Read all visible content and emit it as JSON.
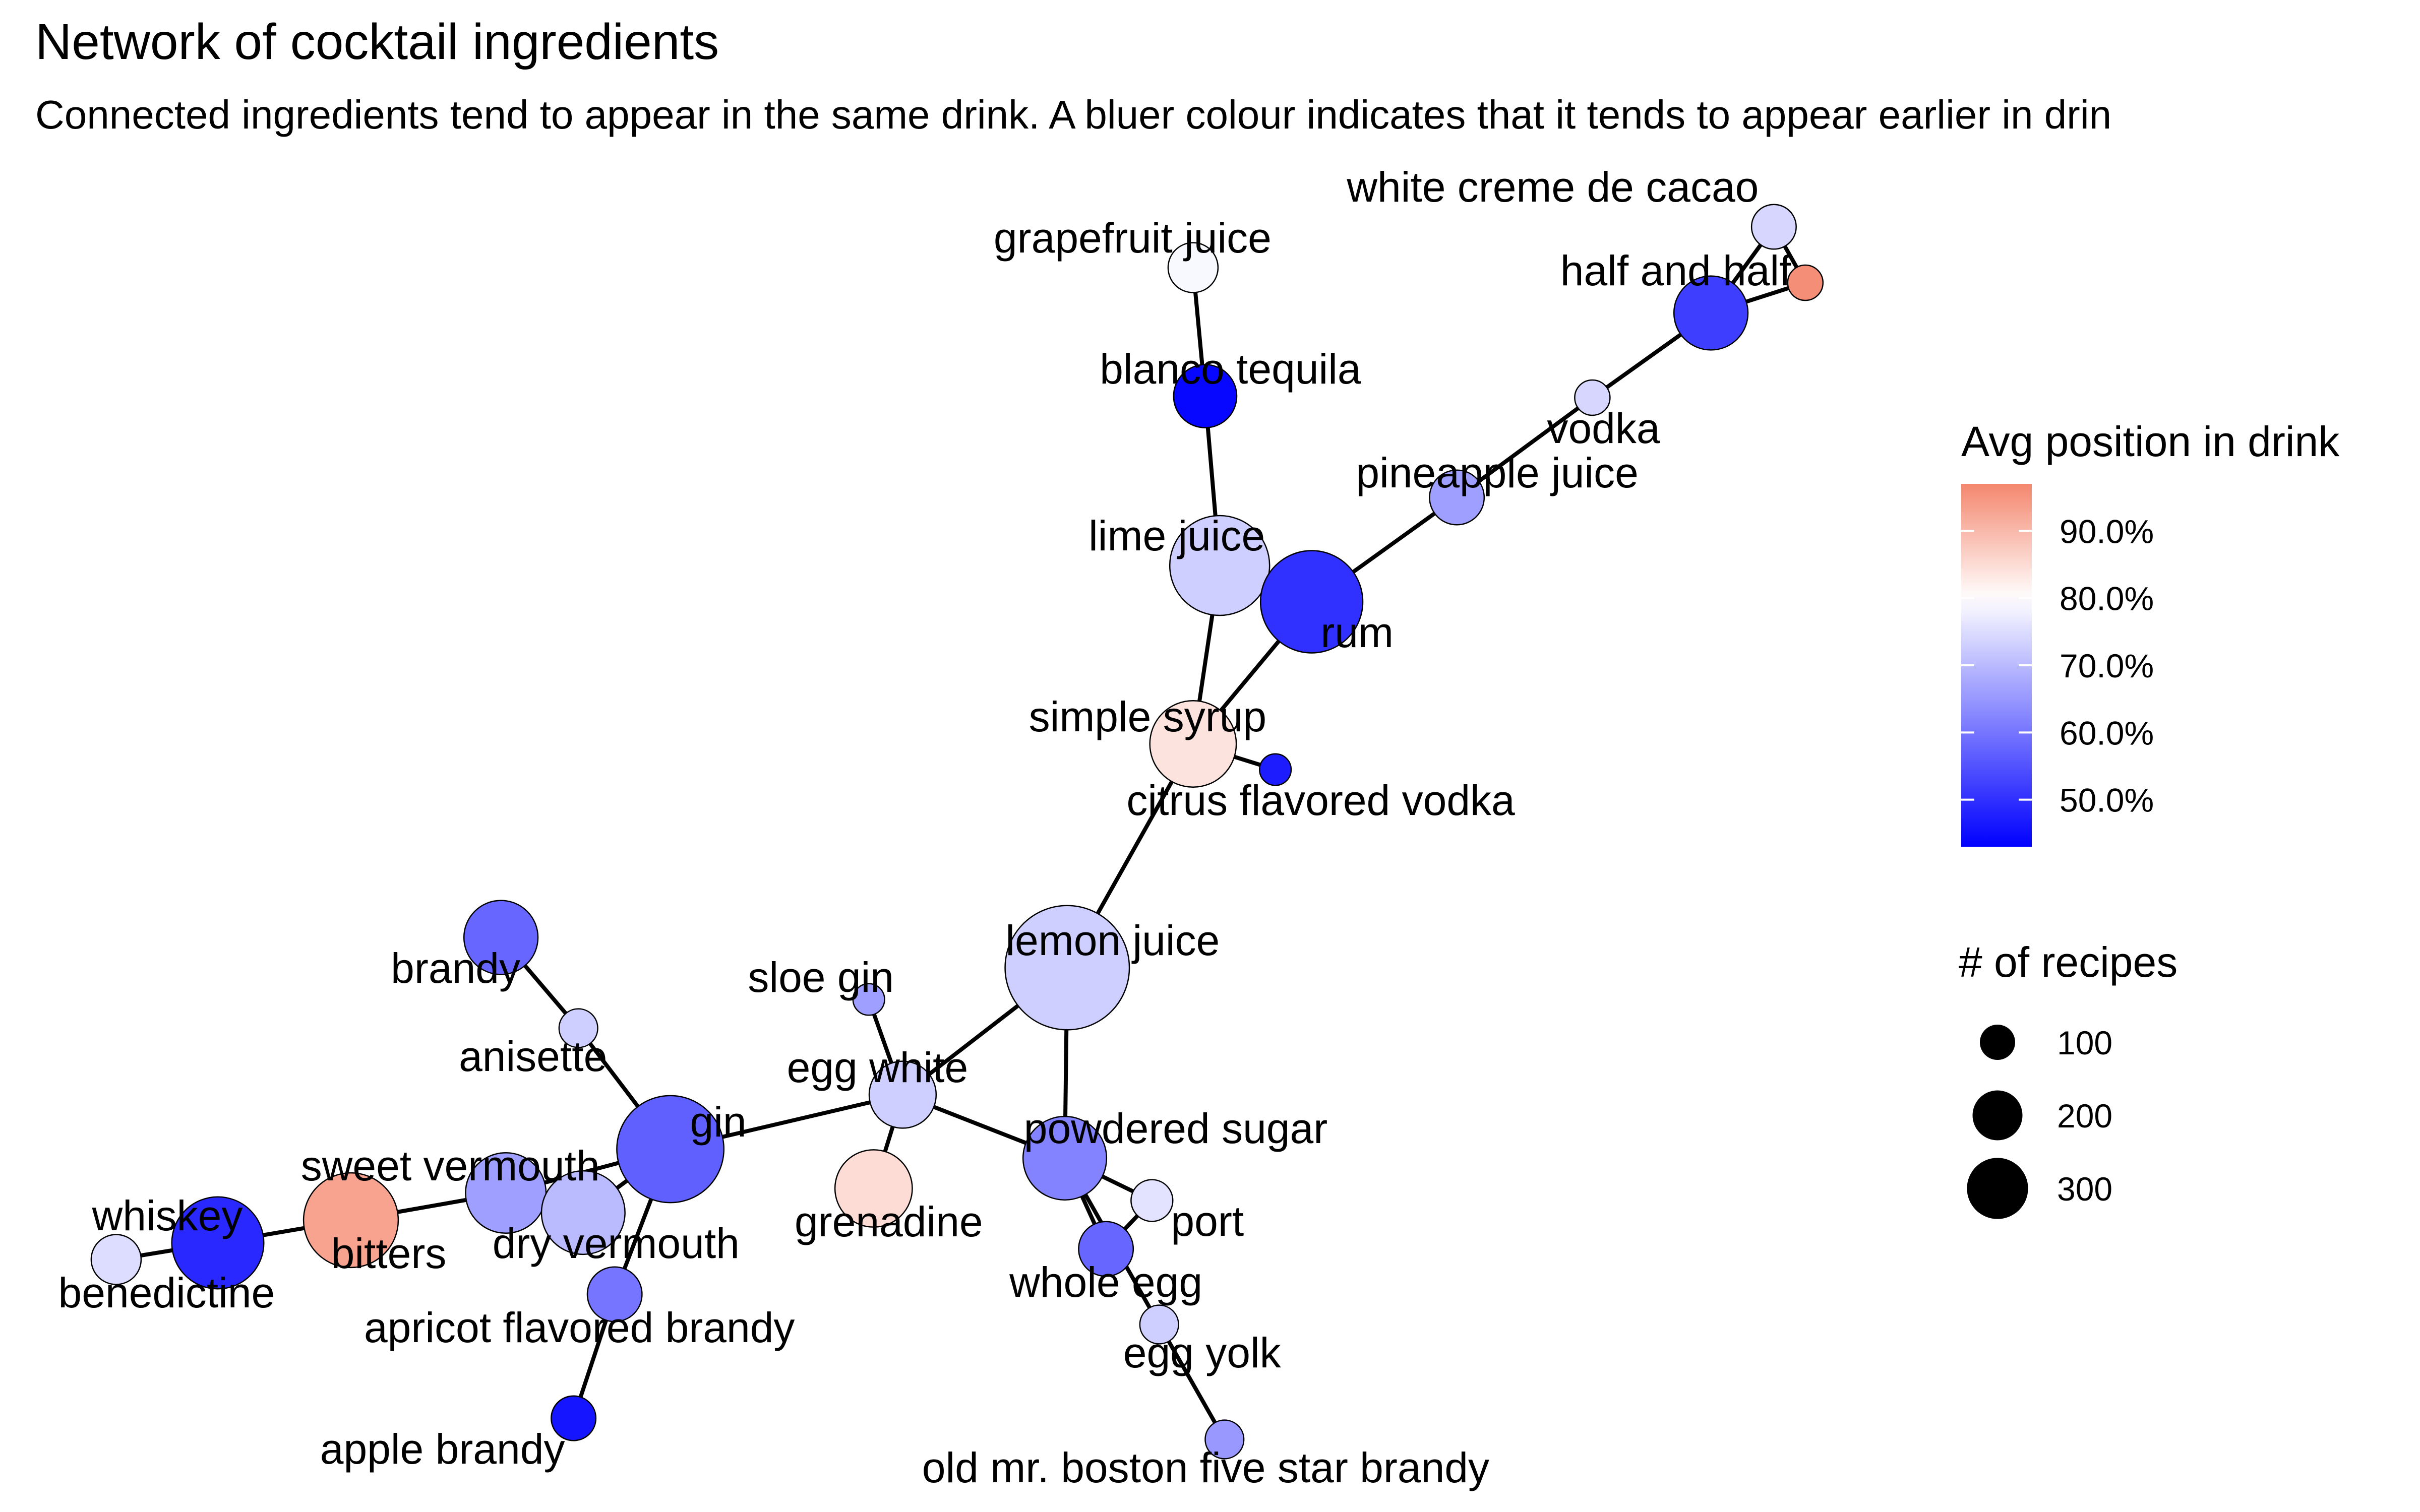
{
  "chart_data": {
    "type": "network",
    "title": "Network of cocktail ingredients",
    "subtitle": "Connected ingredients tend to appear in the same drink. A bluer colour indicates that it tends to appear earlier in drin",
    "color_legend": {
      "title": "Avg position in drink",
      "ticks": [
        "90.0%",
        "80.0%",
        "70.0%",
        "60.0%",
        "50.0%"
      ],
      "tick_values": [
        0.9,
        0.8,
        0.7,
        0.6,
        0.5
      ],
      "range": [
        0.43,
        0.97
      ],
      "low_color": "#0000ff",
      "mid_color": "#ffffff",
      "mid_value": 0.8,
      "high_color": "#f4876e"
    },
    "size_legend": {
      "title": "# of recipes",
      "labels": [
        "100",
        "200",
        "300"
      ],
      "values": [
        100,
        200,
        300
      ]
    },
    "nodes": [
      {
        "name": "white creme de cacao",
        "recipes": 40,
        "avg_position": 0.74,
        "map_x": 0.733,
        "map_y": 0.15
      },
      {
        "name": "half and half",
        "recipes": 110,
        "avg_position": 0.52,
        "map_x": 0.707,
        "map_y": 0.207
      },
      {
        "name": "",
        "recipes": 25,
        "avg_position": 0.96,
        "map_x": 0.746,
        "map_y": 0.187
      },
      {
        "name": "vodka",
        "recipes": 25,
        "avg_position": 0.74,
        "map_x": 0.658,
        "map_y": 0.263
      },
      {
        "name": "grapefruit juice",
        "recipes": 50,
        "avg_position": 0.79,
        "map_x": 0.493,
        "map_y": 0.177
      },
      {
        "name": "blanco tequila",
        "recipes": 80,
        "avg_position": 0.44,
        "map_x": 0.498,
        "map_y": 0.262
      },
      {
        "name": "pineapple juice",
        "recipes": 60,
        "avg_position": 0.66,
        "map_x": 0.602,
        "map_y": 0.329
      },
      {
        "name": "lime juice",
        "recipes": 200,
        "avg_position": 0.73,
        "map_x": 0.504,
        "map_y": 0.374
      },
      {
        "name": "rum",
        "recipes": 210,
        "avg_position": 0.5,
        "map_x": 0.542,
        "map_y": 0.398
      },
      {
        "name": "simple syrup",
        "recipes": 150,
        "avg_position": 0.84,
        "map_x": 0.493,
        "map_y": 0.492
      },
      {
        "name": "citrus flavored vodka",
        "recipes": 20,
        "avg_position": 0.47,
        "map_x": 0.527,
        "map_y": 0.509
      },
      {
        "name": "lemon juice",
        "recipes": 310,
        "avg_position": 0.73,
        "map_x": 0.441,
        "map_y": 0.64
      },
      {
        "name": "brandy",
        "recipes": 110,
        "avg_position": 0.58,
        "map_x": 0.207,
        "map_y": 0.62
      },
      {
        "name": "anisette",
        "recipes": 30,
        "avg_position": 0.73,
        "map_x": 0.239,
        "map_y": 0.68
      },
      {
        "name": "sloe gin",
        "recipes": 20,
        "avg_position": 0.66,
        "map_x": 0.359,
        "map_y": 0.661
      },
      {
        "name": "egg white",
        "recipes": 90,
        "avg_position": 0.73,
        "map_x": 0.373,
        "map_y": 0.724
      },
      {
        "name": "gin",
        "recipes": 230,
        "avg_position": 0.57,
        "map_x": 0.277,
        "map_y": 0.76
      },
      {
        "name": "sweet vermouth",
        "recipes": 130,
        "avg_position": 0.66,
        "map_x": 0.209,
        "map_y": 0.789
      },
      {
        "name": "dry vermouth",
        "recipes": 140,
        "avg_position": 0.7,
        "map_x": 0.241,
        "map_y": 0.802
      },
      {
        "name": "bitters",
        "recipes": 180,
        "avg_position": 0.93,
        "map_x": 0.145,
        "map_y": 0.807
      },
      {
        "name": "whiskey",
        "recipes": 170,
        "avg_position": 0.49,
        "map_x": 0.09,
        "map_y": 0.822
      },
      {
        "name": "benedictine",
        "recipes": 50,
        "avg_position": 0.75,
        "map_x": 0.048,
        "map_y": 0.833
      },
      {
        "name": "grenadine",
        "recipes": 120,
        "avg_position": 0.85,
        "map_x": 0.361,
        "map_y": 0.786
      },
      {
        "name": "powdered sugar",
        "recipes": 140,
        "avg_position": 0.62,
        "map_x": 0.44,
        "map_y": 0.766
      },
      {
        "name": "port",
        "recipes": 35,
        "avg_position": 0.76,
        "map_x": 0.476,
        "map_y": 0.794
      },
      {
        "name": "whole egg",
        "recipes": 60,
        "avg_position": 0.58,
        "map_x": 0.457,
        "map_y": 0.826
      },
      {
        "name": "egg yolk",
        "recipes": 30,
        "avg_position": 0.73,
        "map_x": 0.479,
        "map_y": 0.876
      },
      {
        "name": "apricot flavored brandy",
        "recipes": 60,
        "avg_position": 0.6,
        "map_x": 0.254,
        "map_y": 0.856
      },
      {
        "name": "apple brandy",
        "recipes": 40,
        "avg_position": 0.46,
        "map_x": 0.237,
        "map_y": 0.938
      },
      {
        "name": "old mr. boston five star brandy",
        "recipes": 30,
        "avg_position": 0.65,
        "map_x": 0.506,
        "map_y": 0.952
      }
    ],
    "edges": [
      [
        "white creme de cacao",
        "half and half"
      ],
      [
        "white creme de cacao",
        ""
      ],
      [
        "half and half",
        ""
      ],
      [
        "half and half",
        "vodka"
      ],
      [
        "vodka",
        "pineapple juice"
      ],
      [
        "pineapple juice",
        "rum"
      ],
      [
        "grapefruit juice",
        "blanco tequila"
      ],
      [
        "blanco tequila",
        "lime juice"
      ],
      [
        "lime juice",
        "rum"
      ],
      [
        "lime juice",
        "simple syrup"
      ],
      [
        "rum",
        "simple syrup"
      ],
      [
        "simple syrup",
        "citrus flavored vodka"
      ],
      [
        "simple syrup",
        "lemon juice"
      ],
      [
        "lemon juice",
        "egg white"
      ],
      [
        "lemon juice",
        "powdered sugar"
      ],
      [
        "egg white",
        "gin"
      ],
      [
        "egg white",
        "sloe gin"
      ],
      [
        "egg white",
        "grenadine"
      ],
      [
        "egg white",
        "powdered sugar"
      ],
      [
        "powdered sugar",
        "port"
      ],
      [
        "powdered sugar",
        "whole egg"
      ],
      [
        "whole egg",
        "port"
      ],
      [
        "powdered sugar",
        "egg yolk"
      ],
      [
        "egg yolk",
        "old mr. boston five star brandy"
      ],
      [
        "brandy",
        "anisette"
      ],
      [
        "anisette",
        "gin"
      ],
      [
        "gin",
        "sweet vermouth"
      ],
      [
        "gin",
        "dry vermouth"
      ],
      [
        "gin",
        "apricot flavored brandy"
      ],
      [
        "sweet vermouth",
        "dry vermouth"
      ],
      [
        "sweet vermouth",
        "bitters"
      ],
      [
        "bitters",
        "whiskey"
      ],
      [
        "whiskey",
        "benedictine"
      ],
      [
        "apricot flavored brandy",
        "apple brandy"
      ]
    ]
  }
}
